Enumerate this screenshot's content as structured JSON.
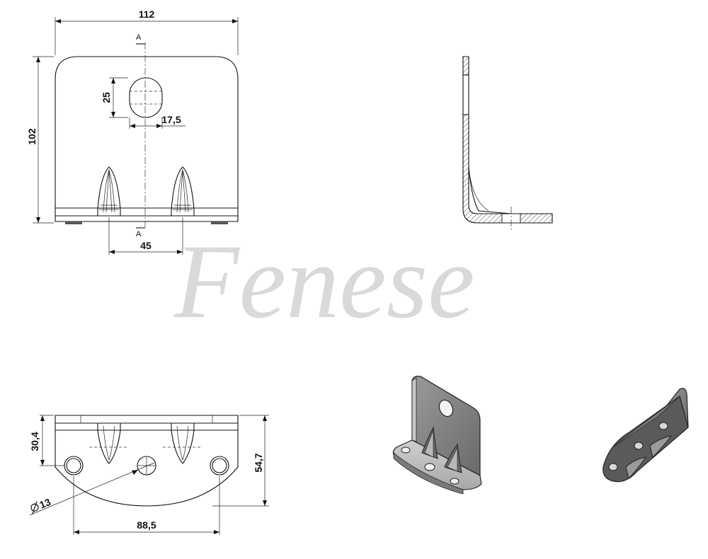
{
  "watermark": "Fenese",
  "dimensions": {
    "width_total": "112",
    "height_total": "102",
    "slot_length": "25",
    "slot_width": "17,5",
    "spike_spacing": "45",
    "flange_depth": "30,4",
    "base_depth": "54,7",
    "hole_diameter": "13",
    "hole_spacing": "88,5"
  },
  "section": {
    "label_top": "A",
    "label_bottom": "A"
  },
  "colors": {
    "line": "#111111",
    "watermark": "#d9d9d9",
    "metal": "#8a8a8a",
    "metal_dark": "#4a4a4a",
    "metal_light": "#c4c4c4"
  },
  "icons": {
    "diameter": "diameter-symbol"
  }
}
